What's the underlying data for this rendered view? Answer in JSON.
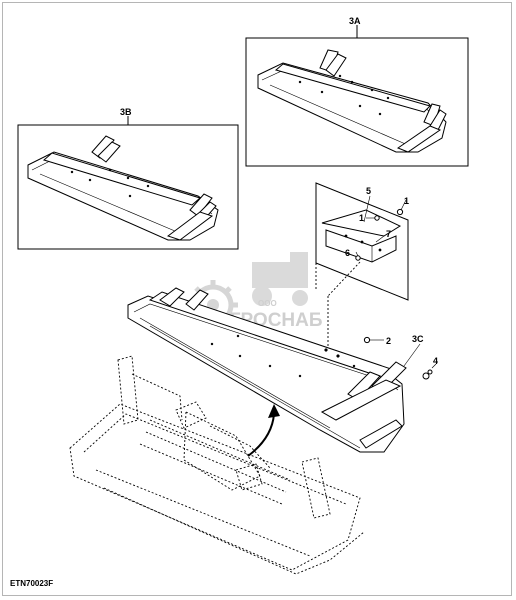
{
  "labels": {
    "view_3a": "3A",
    "view_3b": "3B",
    "view_3c": "3C",
    "item_1a": "1",
    "item_1b": "1",
    "item_2": "2",
    "item_4": "4",
    "item_5": "5",
    "item_6": "6",
    "item_7": "7"
  },
  "watermark": {
    "prefix": "ООО",
    "name": "АГРОСНАБ"
  },
  "figure_code": "ETN70023F"
}
